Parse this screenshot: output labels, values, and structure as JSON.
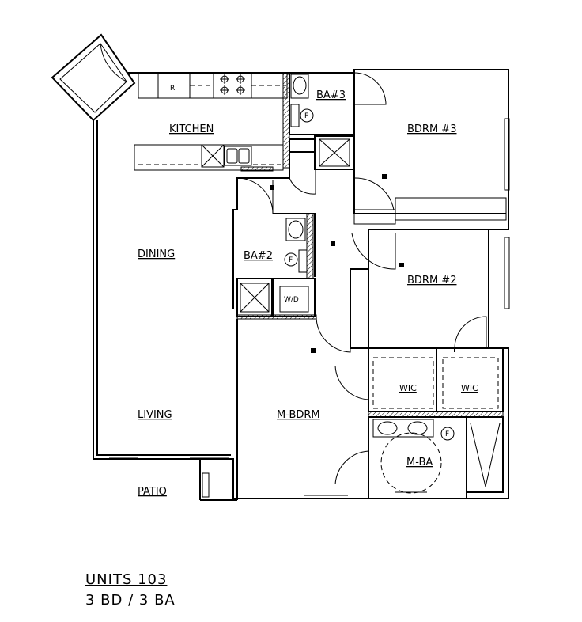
{
  "rooms": {
    "kitchen": "KITCHEN",
    "dining": "DINING",
    "living": "LIVING",
    "patio": "PATIO",
    "ba3": "BA#3",
    "ba2": "BA#2",
    "bdrm3": "BDRM #3",
    "bdrm2": "BDRM #2",
    "mbdrm": "M-BDRM",
    "wic1": "WIC",
    "wic2": "WIC",
    "mba": "M-BA"
  },
  "fixtures": {
    "refrigerator": "R",
    "washer_dryer": "W/D",
    "furnace_symbol": "F"
  },
  "caption": {
    "unit": "UNITS 103",
    "summary": "3 BD / 3 BA"
  }
}
